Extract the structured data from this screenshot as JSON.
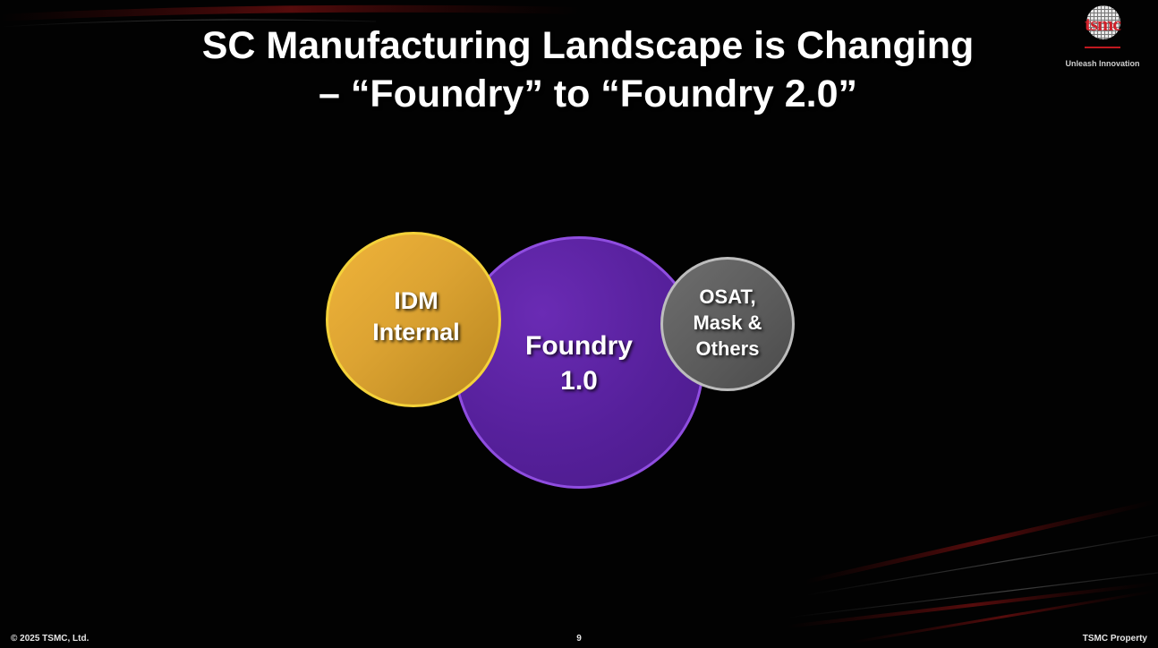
{
  "slide": {
    "title_line1": "SC Manufacturing Landscape is Changing",
    "title_line2": "– “Foundry” to “Foundry 2.0”",
    "logo": {
      "text": "tsmc",
      "tagline": "Unleash Innovation"
    },
    "diagram": {
      "circles": [
        {
          "id": "idm",
          "line1": "IDM",
          "line2": "Internal",
          "color": "#dca332",
          "border": "#f4d23a"
        },
        {
          "id": "foundry",
          "line1": "Foundry",
          "line2": "1.0",
          "color": "#56209b",
          "border": "#8f4de0"
        },
        {
          "id": "osat",
          "line1": "OSAT,",
          "line2": "Mask &",
          "line3": "Others",
          "color": "#5f5f5f",
          "border": "#bdbdbd"
        }
      ]
    },
    "footer": {
      "copyright": "© 2025 TSMC, Ltd.",
      "page_number": "9",
      "property": "TSMC Property"
    }
  }
}
